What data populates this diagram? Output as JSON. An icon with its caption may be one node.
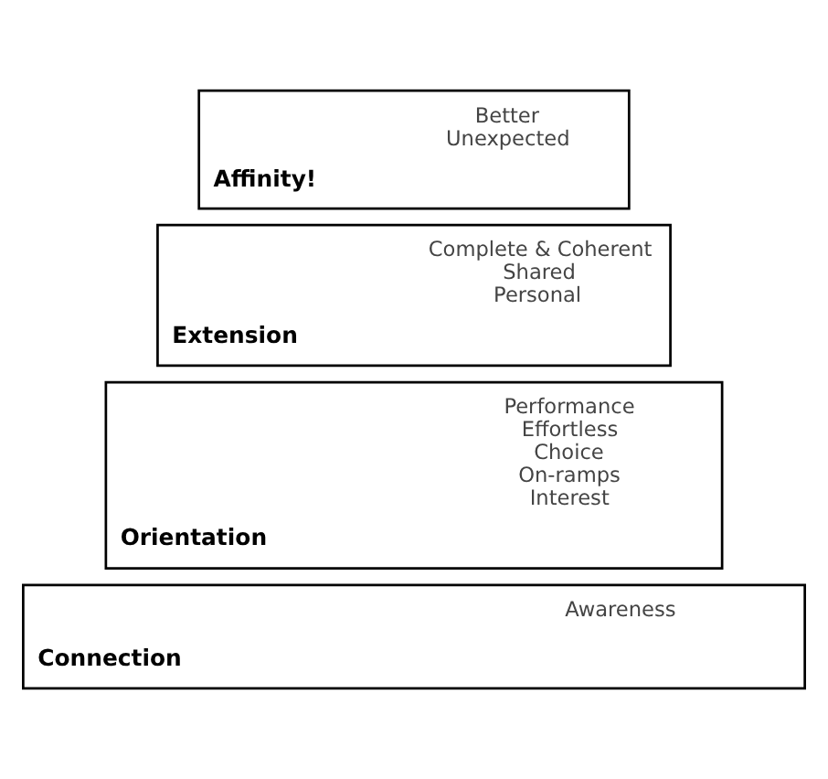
{
  "diagram": {
    "nodes": [
      {
        "text": [
          "Affinity!",
          "Better",
          "Unexpected"
        ]
      },
      {
        "text": [
          "Extension",
          "Complete & Coherent",
          "Shared",
          "Personal"
        ]
      },
      {
        "text": [
          "Orientation",
          "Performance",
          "Effortless",
          "Choice",
          "On-ramps",
          "Interest"
        ]
      },
      {
        "text": [
          "Connection",
          "Awareness"
        ]
      }
    ],
    "edges": []
  }
}
